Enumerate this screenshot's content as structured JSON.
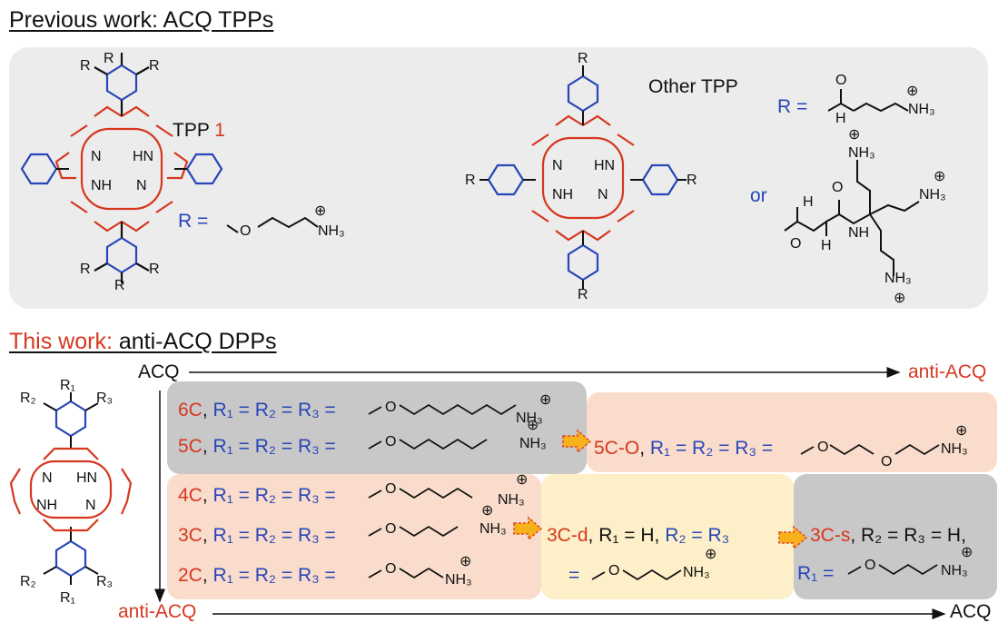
{
  "headings": {
    "previous_prefix": "Previous work: ",
    "previous_main": "ACQ TPPs",
    "this_prefix": "This work:",
    "this_main": " anti-ACQ DPPs"
  },
  "previous": {
    "tpp1_label": "TPP ",
    "tpp1_num": "1",
    "tpp1_r": "R =",
    "other_label": "Other TPP",
    "other_r": "R =",
    "or_label": "or"
  },
  "axes": {
    "top_left": "ACQ",
    "top_right": "anti-ACQ",
    "bottom_left": "anti-ACQ",
    "bottom_right": "ACQ"
  },
  "rows": [
    {
      "code": "6C",
      "formula": "R₁ = R₂ = R₃ ="
    },
    {
      "code": "5C",
      "formula": "R₁ = R₂ = R₃ ="
    },
    {
      "code": "4C",
      "formula": "R₁ = R₂ = R₃ ="
    },
    {
      "code": "3C",
      "formula": "R₁ = R₂ = R₃ ="
    },
    {
      "code": "2C",
      "formula": "R₁ = R₂ = R₃ ="
    }
  ],
  "variants": {
    "c5o_code": "5C-O",
    "c5o_formula": "R₁ = R₂ = R₃ =",
    "c3d_code": "3C-d",
    "c3d_formula_a": "R₁ = H, ",
    "c3d_formula_b": "R₂ = R₃",
    "c3d_eq": "=",
    "c3s_code": "3C-s",
    "c3s_formula": "R₂ = R₃ = H,",
    "c3s_r1": "R₁ ="
  },
  "atoms": {
    "N": "N",
    "HN": "HN",
    "NH": "NH",
    "O": "O",
    "H": "H",
    "NH3": "NH₃",
    "R": "R",
    "R1": "R₁",
    "R2": "R₂",
    "R3": "R₃",
    "plus": "⊕"
  },
  "colors": {
    "porphyrin": "#d6371f",
    "phenyl": "#2746b8",
    "panel_grey": "#ececec",
    "box_dark": "#c8c8c8",
    "box_peach": "#f9dccb",
    "box_yellow": "#fdf0c8",
    "arrow_fill": "#f7b21b",
    "arrow_stroke": "#e2452a"
  }
}
